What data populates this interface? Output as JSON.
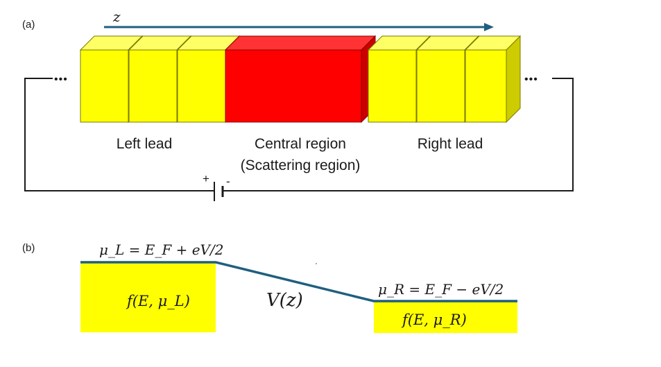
{
  "panel_a": {
    "tag": "(a)",
    "axis_symbol": "z",
    "left_dots": "•••",
    "right_dots": "•••",
    "left_lead_label": "Left lead",
    "central_label_line1": "Central region",
    "central_label_line2": "(Scattering region)",
    "right_lead_label": "Right lead",
    "battery_plus": "+",
    "battery_minus": "-"
  },
  "panel_b": {
    "tag": "(b)",
    "mu_left": "μ_L = E_F + eV/2",
    "mu_right": "μ_R = E_F − eV/2",
    "f_left": "f(E, μ_L)",
    "f_right": "f(E, μ_R)",
    "potential": "V(z)"
  },
  "colors": {
    "lead_yellow": "#ffff00",
    "lead_top": "#ffff66",
    "lead_side": "#cccc00",
    "central_red": "#ff0000",
    "central_top": "#ff3333",
    "central_side": "#cc0000",
    "line_blue": "#1f5f7f",
    "wire": "#1a1a1a"
  }
}
